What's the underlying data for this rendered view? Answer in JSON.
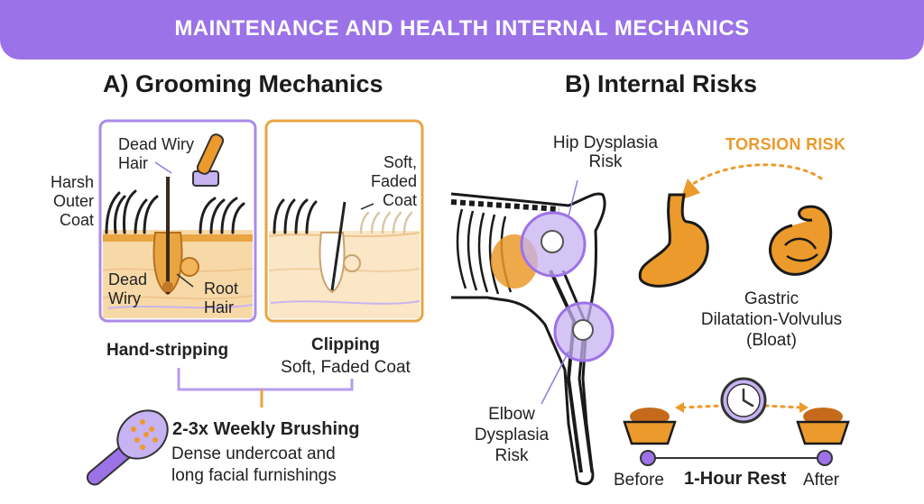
{
  "banner": {
    "title": "MAINTENANCE AND HEALTH INTERNAL MECHANICS"
  },
  "section_a": {
    "title": "A) Grooming Mechanics",
    "harsh_coat": [
      "Harsh",
      "Outer",
      "Coat"
    ],
    "dead_wiry_hair": [
      "Dead Wiry",
      "Hair"
    ],
    "dead_wiry": [
      "Dead",
      "Wiry"
    ],
    "root_hair": [
      "Root",
      "Hair"
    ],
    "soft_faded": [
      "Soft,",
      "Faded",
      "Coat"
    ],
    "hand_stripping": "Hand-stripping",
    "clipping": "Clipping",
    "clipping_sub": "Soft, Faded Coat",
    "brushing_title": "2-3x Weekly Brushing",
    "brushing_desc": [
      "Dense undercoat and",
      "long facial furnishings"
    ]
  },
  "section_b": {
    "title": "B) Internal Risks",
    "hip": [
      "Hip Dysplasia",
      "Risk"
    ],
    "elbow": [
      "Elbow",
      "Dysplasia",
      "Risk"
    ],
    "torsion": "TORSION RISK",
    "gdv": [
      "Gastric",
      "Dilatation-Volvulus",
      "(Bloat)"
    ],
    "before": "Before",
    "rest": "1-Hour Rest",
    "after": "After"
  },
  "colors": {
    "purple": "#9b72e8",
    "orange": "#eb9a2b",
    "skin": "#f8dcb0",
    "lavender": "#c7b2f2"
  }
}
